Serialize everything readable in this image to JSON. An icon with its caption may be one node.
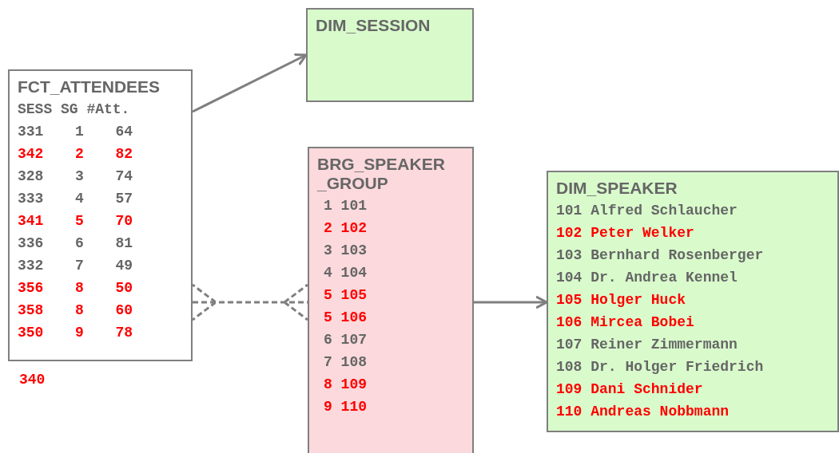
{
  "diagram": {
    "nodes": [
      {
        "text": [
          "FCT_ATTENDEES",
          "SESS SG #Att.",
          "331 1 64",
          "342 2 82",
          "328 3 74",
          "333 4 57",
          "341 5 70",
          "336 6 81",
          "332 7 49",
          "356 8 50",
          "358 8 60",
          "350 9 78"
        ]
      },
      {
        "text": [
          "DIM_SESSION"
        ]
      },
      {
        "text": [
          "BRG_SPEAKER _GROUP",
          "1 101",
          "2 102",
          "3 103",
          "4 104",
          "5 105",
          "5 106",
          "6 107",
          "7 108",
          "8 109",
          "9 110"
        ]
      },
      {
        "text": [
          "DIM_SPEAKER",
          "101 Alfred Schlaucher",
          "102 Peter Welker",
          "103 Bernhard Rosenberger",
          "104 Dr. Andrea Kennel",
          "105 Holger Huck",
          "106 Mircea Bobei",
          "107 Reiner Zimmermann",
          "108 Dr. Holger Friedrich",
          "109 Dani Schnider",
          "110 Andreas Nobbmann"
        ]
      }
    ],
    "edges": [
      {
        "from": 0,
        "to": 1,
        "arrow": "to"
      },
      {
        "from": 0,
        "to": 2,
        "arrow": "other",
        "style": "dashed"
      },
      {
        "from": 2,
        "to": 3,
        "arrow": "to"
      }
    ],
    "labels": [
      "340"
    ]
  }
}
